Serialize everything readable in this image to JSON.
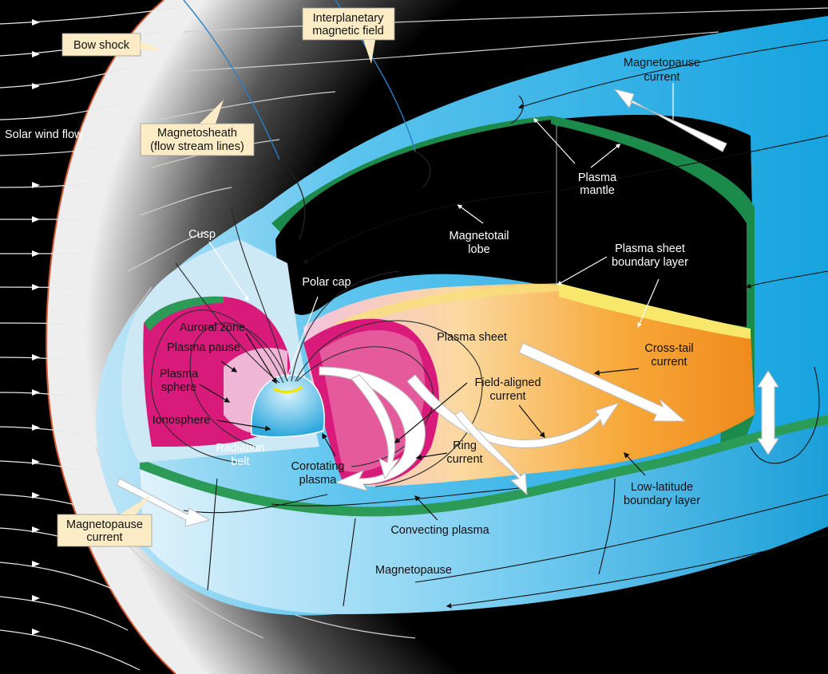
{
  "labels": {
    "bow_shock": "Bow shock",
    "imf_1": "Interplanetary",
    "imf_2": "magnetic field",
    "mp_current_top_1": "Magnetopause",
    "mp_current_top_2": "current",
    "solar_wind": "Solar wind flow",
    "magnetosheath_1": "Magnetosheath",
    "magnetosheath_2": "(flow stream lines)",
    "plasma_mantle_1": "Plasma",
    "plasma_mantle_2": "mantle",
    "cusp": "Cusp",
    "magnetotail_1": "Magnetotail",
    "magnetotail_2": "lobe",
    "psbl_1": "Plasma sheet",
    "psbl_2": "boundary layer",
    "polar_cap": "Polar cap",
    "auroral_zone": "Auroral zone",
    "plasma_pause": "Plasma pause",
    "plasma_sphere_1": "Plasma",
    "plasma_sphere_2": "sphere",
    "plasma_sheet": "Plasma sheet",
    "cross_tail_1": "Cross-tail",
    "cross_tail_2": "current",
    "field_aligned_1": "Field-aligned",
    "field_aligned_2": "current",
    "ionosphere": "Ionosphere",
    "radiation_belt_1": "Radiation",
    "radiation_belt_2": "belt",
    "ring_current_1": "Ring",
    "ring_current_2": "current",
    "corotating_1": "Corotating",
    "corotating_2": "plasma",
    "mp_current_low_1": "Magnetopause",
    "mp_current_low_2": "current",
    "low_latitude_1": "Low-latitude",
    "low_latitude_2": "boundary layer",
    "convecting": "Convecting plasma",
    "magnetopause": "Magnetopause"
  },
  "colors": {
    "background": "#000000",
    "magnetopause_blue": "#1aa7e0",
    "boundary_green": "#1c8a4a",
    "plasma_magenta": "#d81b7a",
    "plasma_sheet_orange": "#f39a2a",
    "label_box": "#fbecc6"
  }
}
